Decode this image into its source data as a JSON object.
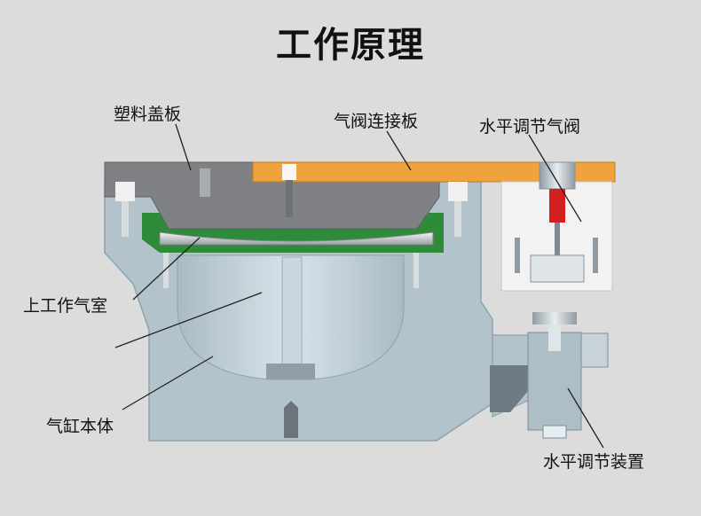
{
  "title": "工作原理",
  "labels": {
    "plastic_cover": "塑料盖板",
    "valve_plate": "气阀连接板",
    "level_valve": "水平调节气阀",
    "upper_chamber": "上工作气室",
    "cylinder_body": "气缸本体",
    "level_device": "水平调节装置"
  },
  "colors": {
    "background": "#dcdcdc",
    "body": "#b3c3cc",
    "body_dark": "#8fa2ad",
    "cover": "#7f8184",
    "plate": "#f0a23c",
    "seal": "#2e8b3a",
    "valve": "#d42020",
    "valve_box": "#f2f2f2"
  }
}
